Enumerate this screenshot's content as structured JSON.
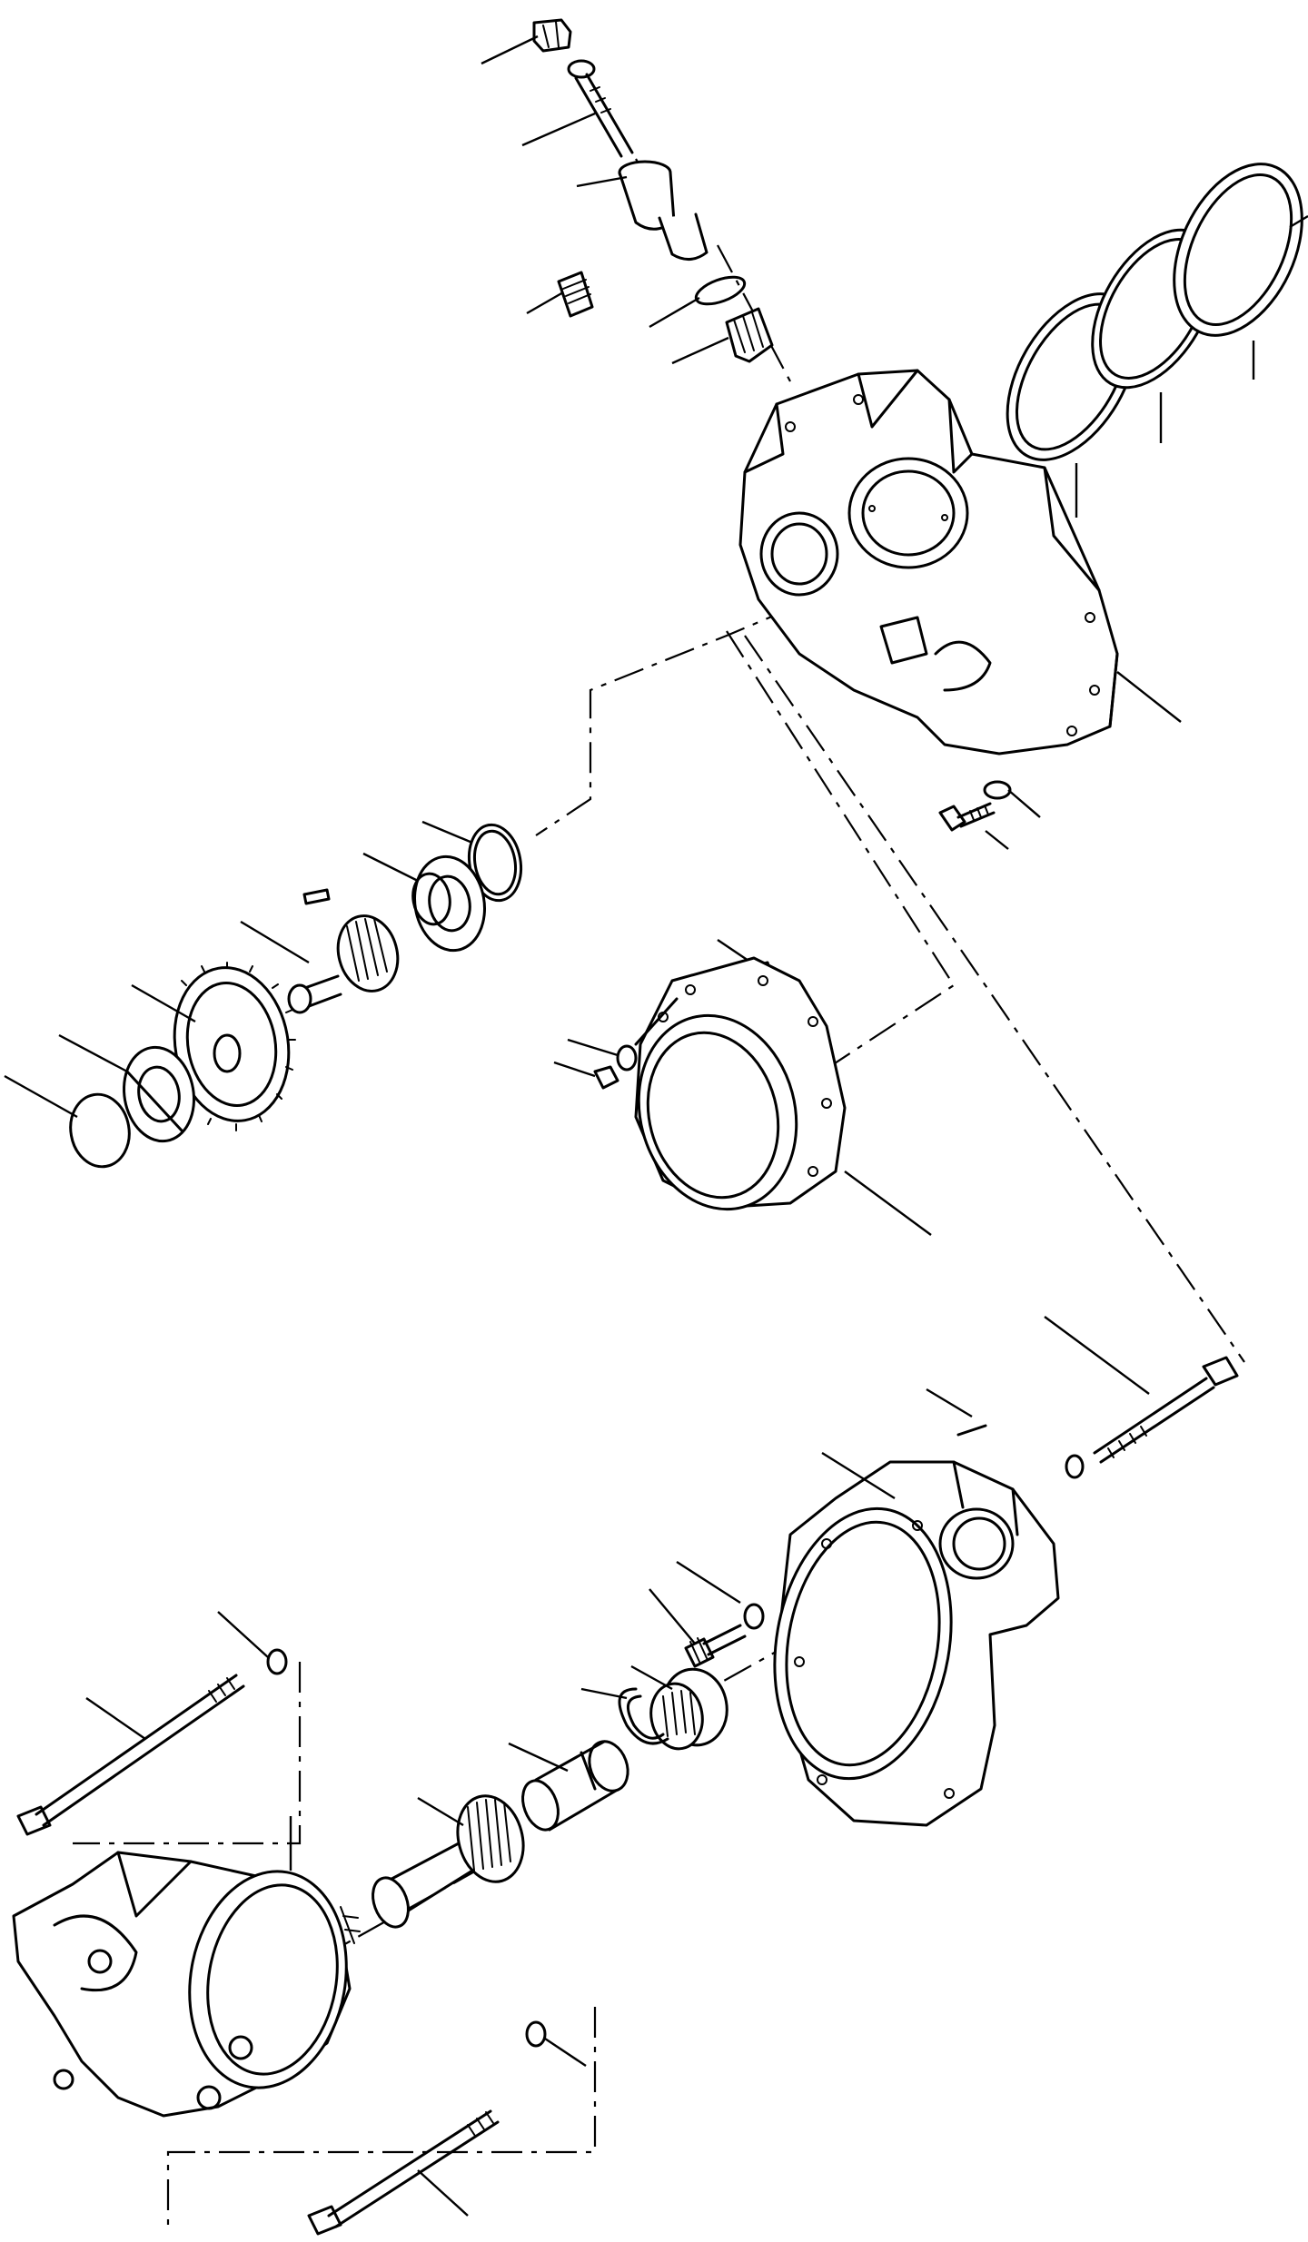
{
  "diagram": {
    "kind": "exploded parts view",
    "line_color": "#000000",
    "background": "#ffffff",
    "parts": [
      {
        "id": "nut-top",
        "leader": true
      },
      {
        "id": "stud-long",
        "leader": true
      },
      {
        "id": "adjuster-sleeve",
        "leader": true
      },
      {
        "id": "spring-small",
        "leader": true
      },
      {
        "id": "o-ring-small",
        "leader": true
      },
      {
        "id": "pinion-small",
        "leader": true
      },
      {
        "id": "seal-ring-1",
        "leader": true
      },
      {
        "id": "seal-ring-2",
        "leader": true
      },
      {
        "id": "seal-ring-3",
        "leader": true
      },
      {
        "id": "gear-housing",
        "leader": true
      },
      {
        "id": "cap-screw-housing",
        "leader": true
      },
      {
        "id": "snap-ring-shaft",
        "leader": true
      },
      {
        "id": "ball-bearing-upper",
        "leader": true
      },
      {
        "id": "key",
        "leader": true
      },
      {
        "id": "worm-shaft",
        "leader": true
      },
      {
        "id": "spur-gear-large",
        "leader": true
      },
      {
        "id": "ball-bearing-lower",
        "leader": true
      },
      {
        "id": "cap-plug",
        "leader": true
      },
      {
        "id": "stud-adapter",
        "leader": true
      },
      {
        "id": "washer-adapter",
        "leader": true
      },
      {
        "id": "nut-adapter",
        "leader": true
      },
      {
        "id": "adapter-flange",
        "leader": true
      },
      {
        "id": "long-bolt-right",
        "leader": true
      },
      {
        "id": "dowel-pin",
        "leader": true
      },
      {
        "id": "pump-mount-housing",
        "leader": true
      },
      {
        "id": "washer-mount",
        "leader": true
      },
      {
        "id": "cap-screw-mount",
        "leader": true
      },
      {
        "id": "needle-bearing",
        "leader": true
      },
      {
        "id": "retaining-ring",
        "leader": true
      },
      {
        "id": "drive-coupling",
        "leader": true
      },
      {
        "id": "drive-gear-shaft",
        "leader": true
      },
      {
        "id": "washer-left",
        "leader": true
      },
      {
        "id": "long-bolt-left",
        "leader": true
      },
      {
        "id": "hydraulic-pump",
        "leader": true
      },
      {
        "id": "washer-bottom",
        "leader": true
      },
      {
        "id": "long-bolt-bottom",
        "leader": true
      }
    ]
  }
}
